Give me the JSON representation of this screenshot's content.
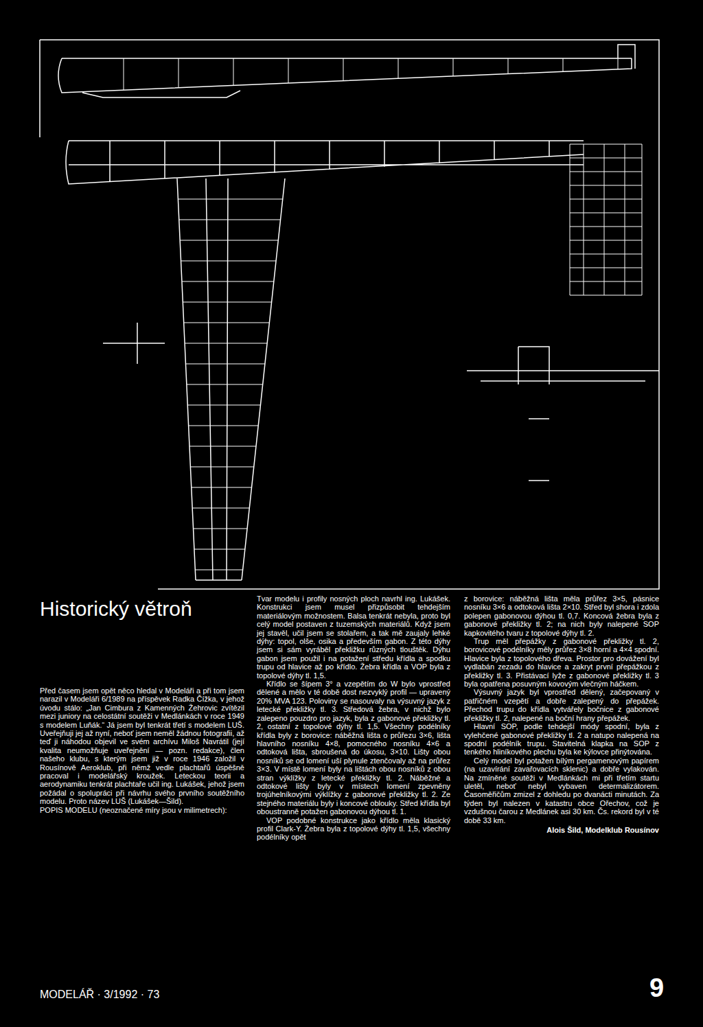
{
  "diagram": {
    "title": "Historický větroň",
    "labels": [
      "Před časem jsem opět něco hledal v Modeláři a při tom jsem narazil v Modeláři 6/1989 na příspěvek Radka Čížka, v jehož úvodu stálo: „Jan Cimbura z Kamenných Žehrovic zvítězil mezi juniory na celostátní soutěži v Medlánkách v roce 1949 s modelem Luňák.“ Já jsem byl tenkrát třetí s modelem LUŠ. Uveřejňuji jej až nyní, neboť jsem neměl žádnou fotografii, až teď ji náhodou objevil ve svém archívu Miloš Navrátil (její kvalita neumožňuje uveřejnění — pozn. redakce), člen našeho klubu, s kterým jsem již v roce 1946 založil v Rousínově Aeroklub, při němž vedle plachtařů úspěšně pracoval i modelářský kroužek. Leteckou teorii a aerodynamiku tenkrát plachtaře učil ing. Lukášek, jehož jsem požádal o spolupráci při návrhu svého prvního soutěžního modelu. Proto název LUŠ (Lukášek—Šild).",
      "POPIS MODELU (neoznačené míry jsou v milimetrech):",
      "Tvar modelu i profily nosných ploch navrhl ing. Lukášek. Konstrukci jsem musel přizpůsobit tehdejším materiálovým možnostem. Balsa tenkrát nebyla, proto byl celý model postaven z tuzemských materiálů. Když jsem jej stavěl, učil jsem se stolařem, a tak mě zaujaly lehké dýhy: topol, olše, osika a především gabon. Z této dýhy jsem si sám vyráběl překližku různých tlouštěk. Dýhu gabon jsem použil i na potažení středu křídla a spodku trupu od hlavice až po křídlo. Žebra křídla a VOP byla z topolové dýhy tl. 1,5.",
      "Křídlo se šípem 3° a vzepětím do W bylo vprostřed dělené a mělo v té době dost nezvyklý profil — upravený 20% MVA 123. Poloviny se nasouvaly na výsuvný jazyk z letecké překližky tl. 3. Středová žebra, v nichž bylo zalepeno pouzdro pro jazyk, byla z gabonové překližky tl. 2, ostatní z topolové dýhy tl. 1,5. Všechny podélníky křídla byly z borovice: náběžná lišta o průřezu 3×6, lišta hlavního nosníku 4×8, pomocného nosníku 4×6 a odtoková lišta, sbroušená do úkosu, 3×10. Lišty obou nosníků se od lomení uší plynule ztenčovaly až na průřez 3×3. V místě lomení byly na lištách obou nosníků z obou stran výklížky z letecké překližky tl. 2. Náběžné a odtokové lišty byly v místech lomení zpevněny trojúhelníkovými výklížky z gabonové překližky tl. 2. Ze stejného materiálu byly i koncové oblouky. Střed křídla byl oboustranně potažen gabonovou dýhou tl. 1.",
      "VOP podobné konstrukce jako křídlo měla klasický profil Clark-Y. Žebra byla z topolové dýhy tl. 1,5, všechny podélníky opět",
      "z borovice: náběžná lišta měla průřez 3×5, pásnice nosníku 3×6 a odtoková lišta 2×10. Střed byl shora i zdola polepen gabonovou dýhou tl. 0,7. Koncová žebra byla z gabonové překližky tl. 2; na nich byly nalepené SOP kapkovitého tvaru z topolové dýhy tl. 2.",
      "Trup měl přepážky z gabonové překližky tl. 2, borovicové podélníky měly průřez 3×8 horní a 4×4 spodní. Hlavice byla z topolového dřeva. Prostor pro dovážení byl vydlabán zezadu do hlavice a zakryt první přepážkou z překližky tl. 3. Přistávací lyže z gabonové překližky tl. 3 byla opatřena posuvným kovovým vlečným háčkem.",
      "Výsuvný jazyk byl vprostřed dělený, začepovaný v patřičném vzepětí a dobře zalepený do přepážek. Přechod trupu do křídla vytvářely bočnice z gabonové překližky tl. 2, nalepené na boční hrany přepážek.",
      "Hlavní SOP, podle tehdejší módy spodní, byla z vylehčené gabonové překližky tl. 2 a natupo nalepená na spodní podélník trupu. Stavitelná klapka na SOP z tenkého hliníkového plechu byla ke kýlovce přinýtována.",
      "Celý model byl potažen bílým pergamenovým papírem (na uzavírání zavařovacích sklenic) a dobře vylakován. Na zmíněné soutěži v Medlánkách mi při třetím startu uletěl, neboť nebyl vybaven determalizátorem. Časoměřičům zmizel z dohledu po dvanácti minutách. Za týden byl nalezen v katastru obce Ořechov, což je vzdušnou čarou z Medlánek asi 30 km. Čs. rekord byl v té době 33 km.",
      "Alois Šild, Modelklub Rousínov",
      "MODELÁŘ · 3/1992 · 73",
      "9"
    ]
  }
}
